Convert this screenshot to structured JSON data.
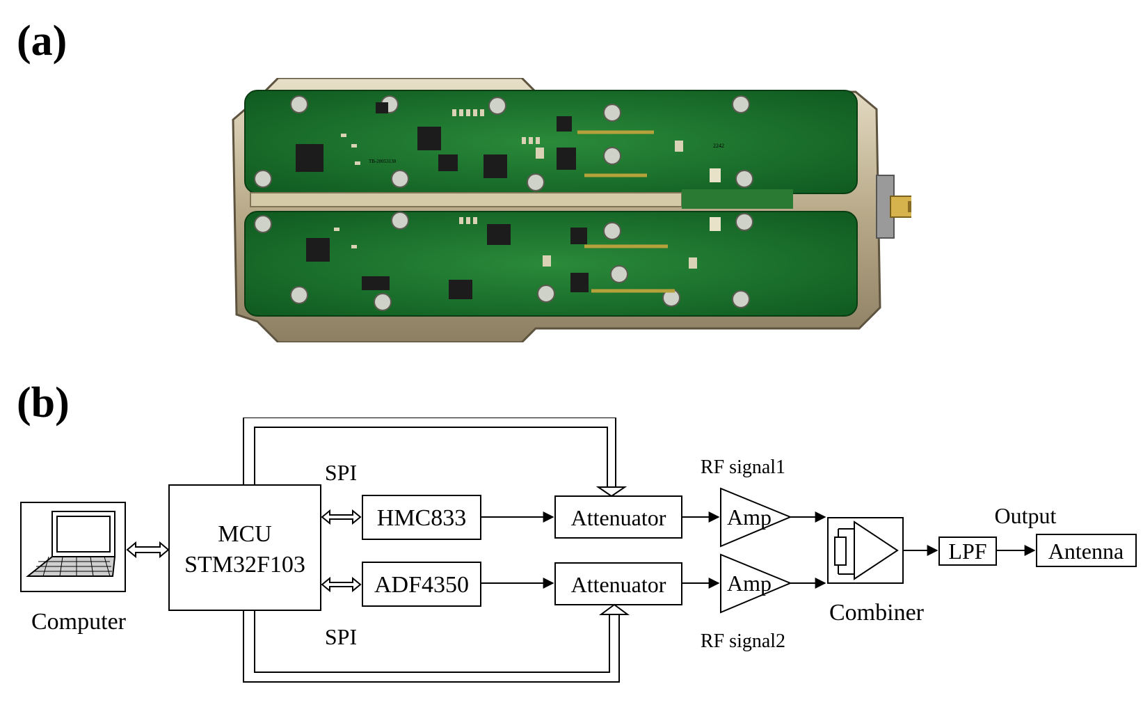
{
  "panels": {
    "a": "(a)",
    "b": "(b)"
  },
  "photo": {
    "board_silkscreen": "TB-20053130",
    "chip_marking": "2242"
  },
  "diagram": {
    "computer": "Computer",
    "mcu_line1": "MCU",
    "mcu_line2": "STM32F103",
    "spi_top": "SPI",
    "spi_bottom": "SPI",
    "pll1": "HMC833",
    "pll2": "ADF4350",
    "att1": "Attenuator",
    "att2": "Attenuator",
    "rf1": "RF signal1",
    "rf2": "RF signal2",
    "amp1": "Amp",
    "amp2": "Amp",
    "combiner": "Combiner",
    "output": "Output",
    "lpf": "LPF",
    "antenna": "Antenna"
  },
  "colors": {
    "pcb": "#1f7a2f",
    "pcb_dark": "#0f4f1c",
    "metal": "#c9bda0",
    "line": "#000000"
  }
}
